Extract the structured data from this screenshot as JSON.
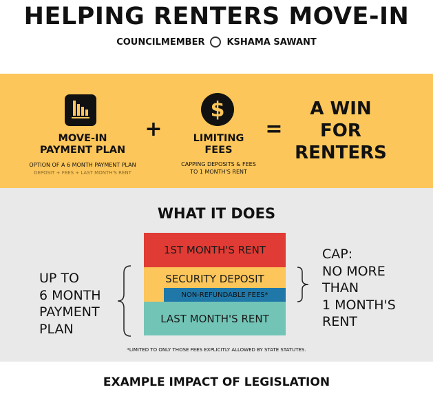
{
  "header": {
    "title": "HELPING RENTERS MOVE-IN",
    "byline_left": "COUNCILMEMBER",
    "byline_right": "KSHAMA SAWANT",
    "seal_icon": "seattle-seal-icon"
  },
  "summary": {
    "plan": {
      "title_1": "MOVE-IN",
      "title_2": "PAYMENT PLAN",
      "desc": "OPTION OF A 6 MONTH PAYMENT PLAN",
      "note": "DEPOSIT + FEES + LAST MONTH'S RENT",
      "icon": "bar-chart-icon"
    },
    "plus": "+",
    "fees": {
      "title_1": "LIMITING",
      "title_2": "FEES",
      "desc_1": "CAPPING DEPOSITS & FEES",
      "desc_2": "TO 1 MONTH'S RENT",
      "icon": "dollar-icon"
    },
    "equals": "=",
    "result": [
      "A WIN",
      "FOR",
      "RENTERS"
    ]
  },
  "what_it_does": {
    "heading": "WHAT IT DOES",
    "left": [
      "UP TO",
      "6 MONTH",
      "PAYMENT",
      "PLAN"
    ],
    "blocks": {
      "first": "1ST MONTH'S RENT",
      "deposit": "SECURITY DEPOSIT",
      "fees": "NON-REFUNDABLE FEES*",
      "last": "LAST MONTH'S RENT"
    },
    "right": [
      "CAP:",
      "NO MORE",
      "THAN",
      "1 MONTH'S",
      "RENT"
    ],
    "footnote": "*LIMITED TO ONLY THOSE FEES EXPLICITLY ALLOWED BY STATE STATUTES.",
    "colors": {
      "red": "#e03c35",
      "yellow": "#fcc65a",
      "blue": "#2078a8",
      "teal": "#72c4b6"
    }
  },
  "example_heading": "EXAMPLE IMPACT OF LEGISLATION"
}
